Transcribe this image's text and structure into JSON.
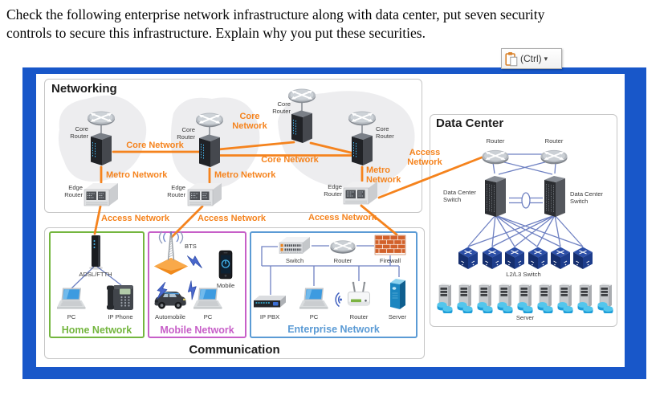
{
  "question": {
    "line1": "Check the following enterprise network infrastructure along with data center, put seven security",
    "line2": "controls to secure this infrastructure. Explain why you put these securities."
  },
  "paste_button": {
    "label": "(Ctrl)",
    "icon": "clipboard-paste-icon"
  },
  "colors": {
    "frame_blue": "#1857C9",
    "link_orange": "#F5831D",
    "link_blue": "#6F81C2",
    "home_green": "#74B63F",
    "mobile_magenta": "#C75FC8",
    "enterprise_blue": "#5B9BD5",
    "firewall_brick": "#D2612B"
  },
  "networking": {
    "title": "Networking",
    "core_router_labels": [
      "Core\nRouter",
      "Core\nRouter",
      "Core\nRouter",
      "Core\nRouter"
    ],
    "edge_router_labels": [
      "Edge\nRouter",
      "Edge\nRouter",
      "Edge\nRouter"
    ],
    "link_labels": {
      "core1": "Core Network",
      "core2": "Core\nNetwork",
      "core3": "Core Network",
      "metro1": "Metro Network",
      "metro2": "Metro Network",
      "metro3": "Metro\nNetwork",
      "access1": "Access Network",
      "access2": "Access Network",
      "access3": "Access Network",
      "access_dc": "Access\nNetwork"
    }
  },
  "data_center": {
    "title": "Data Center",
    "router_labels": [
      "Router",
      "Router"
    ],
    "switch_labels": [
      "Data Center\nSwitch",
      "Data Center\nSwitch"
    ],
    "l2l3_switch_label": "L2/L3 Switch",
    "l2l3_switch_count": 6,
    "server_label": "Server",
    "server_count": 9
  },
  "communication": {
    "title": "Communication",
    "home": {
      "title": "Home Network",
      "adsl": "ADSL/FTTH",
      "pc": "PC",
      "ip_phone": "IP Phone"
    },
    "mobile": {
      "title": "Mobile Network",
      "bts": "BTS",
      "mobile": "Mobile",
      "automobile": "Automobile",
      "pc": "PC"
    },
    "enterprise": {
      "title": "Enterprise Network",
      "switch": "Switch",
      "router": "Router",
      "firewall": "Firewall",
      "ip_pbx": "IP PBX",
      "pc": "PC",
      "wifi_router": "Router",
      "server": "Server"
    }
  }
}
